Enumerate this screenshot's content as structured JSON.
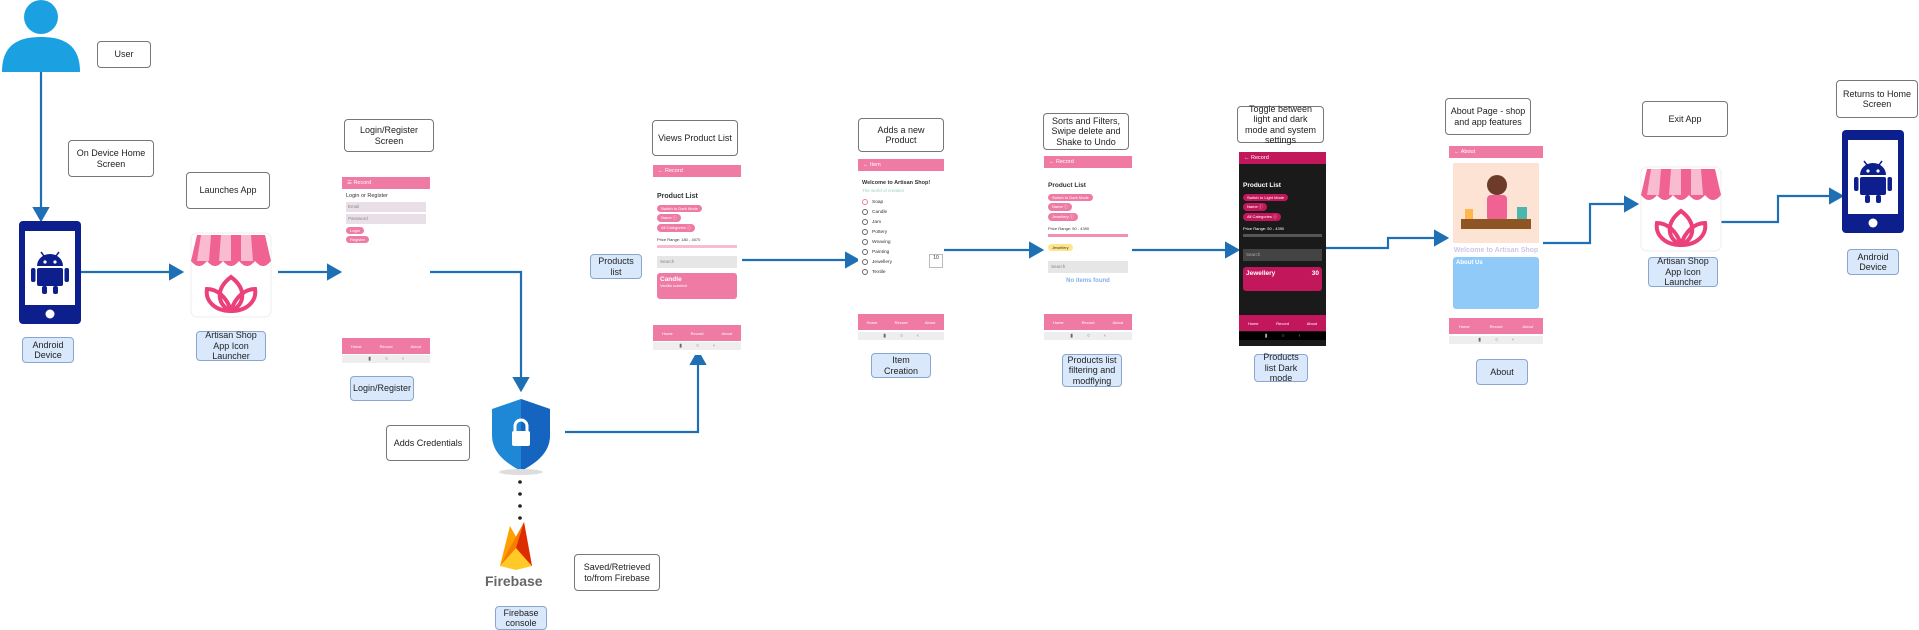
{
  "notes": {
    "user": "User",
    "on_device_home": "On Device Home Screen",
    "launches_app": "Launches App",
    "login_register_screen": "Login/Register Screen",
    "adds_credentials": "Adds Credentials",
    "saved_retrieved": "Saved/Retrieved to/from Firebase",
    "views_product_list": "Views Product List",
    "adds_new_product": "Adds a new Product",
    "sorts_filters": "Sorts and Filters, Swipe delete and Shake to Undo",
    "toggle_theme": "Toggle between light and dark mode and system settings",
    "about_page": "About Page - shop and app features",
    "exit_app": "Exit App",
    "returns_home": "Returns to Home Screen"
  },
  "labels": {
    "android_device_1": "Android Device",
    "launcher_1": "Artisan Shop App Icon Launcher",
    "login_register": "Login/Register",
    "firebase_console": "Firebase console",
    "products_list": "Products list",
    "item_creation": "Item Creation",
    "products_filtering": "Products list filtering and modflying",
    "products_dark": "Products list Dark mode",
    "about": "About",
    "launcher_2": "Artisan Shop App Icon Launcher",
    "android_device_2": "Android Device"
  },
  "firebase_word": "Firebase",
  "screens": {
    "login": {
      "bar": "☰ Record",
      "heading": "Login or Register",
      "email": "Email",
      "password": "Password",
      "btn1": "Login",
      "btn2": "Register"
    },
    "products": {
      "bar": "← Record",
      "title": "Product List",
      "chip1": "Switch to Dark Mode",
      "chip2": "Name ⓘ",
      "chip3": "All Categories ⓘ",
      "price": "Price Range: 180 - 4070",
      "search": "Search",
      "card": "Candle",
      "card_sub": "Vanilla scented"
    },
    "item": {
      "bar": "← Item",
      "welcome": "Welcome to Artisan Shop!",
      "sub": "The world of creation",
      "options": [
        "Soap",
        "Candle",
        "Jam",
        "Pottery",
        "Weaving",
        "Painting",
        "Jewellery",
        "Textile"
      ],
      "qty": "10"
    },
    "filter": {
      "bar": "← Record",
      "title": "Product List",
      "chip1": "Switch to Dark Mode",
      "chip2": "Name ⓘ",
      "chip3": "Jewellery ⓘ",
      "price": "Price Range: 50 - 4390",
      "tag": "Jewellery",
      "search": "Search",
      "empty": "No items found"
    },
    "dark": {
      "bar": "← Record",
      "title": "Product List",
      "chip1": "Switch to Light Mode",
      "chip2": "Name ⓘ",
      "chip3": "All Categories ⓘ",
      "price": "Price Range: 50 - 4390",
      "search": "Search",
      "card": "Jewellery",
      "card_qty": "30"
    },
    "about": {
      "bar": "← About",
      "welcome": "Welcome to Artisan Shop",
      "box_title": "About Us"
    },
    "nav": {
      "home": "Home",
      "record": "Record",
      "about": "About"
    }
  },
  "colors": {
    "wire": "#1f6fb5",
    "pink": "#ef7ba5",
    "device_blue": "#0d1f8c",
    "user_cyan": "#1ba1e2"
  }
}
